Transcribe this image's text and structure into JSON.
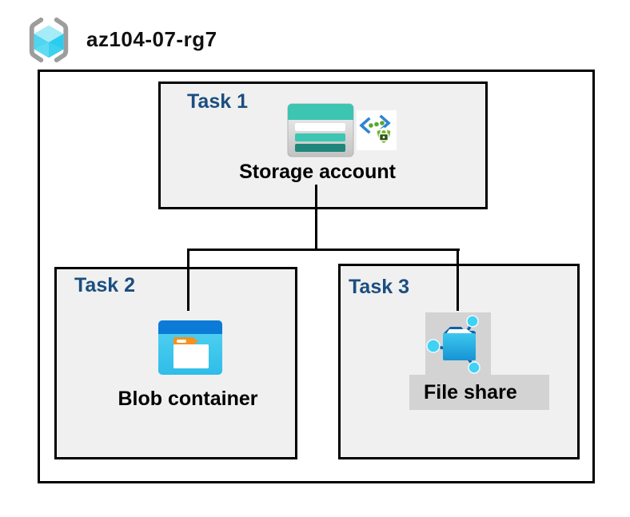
{
  "header": {
    "resource_group_name": "az104-07-rg7",
    "resource_group_icon": "azure-resource-group-icon"
  },
  "tasks": [
    {
      "label": "Task 1",
      "resource": "Storage account",
      "icons": [
        "storage-account-icon",
        "shared-access-signature-icon"
      ]
    },
    {
      "label": "Task 2",
      "resource": "Blob container",
      "icons": [
        "blob-container-icon"
      ]
    },
    {
      "label": "Task 3",
      "resource": "File share",
      "icons": [
        "file-share-icon"
      ]
    }
  ],
  "connections": [
    {
      "from": "Storage account",
      "to": "Blob container",
      "style": "elbow-black-line"
    },
    {
      "from": "Storage account",
      "to": "File share",
      "style": "elbow-black-line"
    }
  ],
  "colors": {
    "task_label": "#1b4e7f",
    "box_fill": "#f0f0f0",
    "border": "#000000",
    "storage_teal": "#3cc5b2",
    "storage_teal_dark": "#1f867b",
    "blob_band_blue": "#0b7bd7",
    "blob_body_cyan": "#3ecbee",
    "blob_tab_orange": "#f6921e",
    "fileshare_dark_blue": "#0d61a9",
    "fileshare_cyan": "#29b6e8",
    "sas_shield_green": "#6db32f",
    "sas_chevron_blue": "#2e85d0",
    "backdrop_gray": "#d3d3d3",
    "rg_bracket_gray": "#9d9d9d",
    "rg_cube_cyan": "#4ed5f0"
  }
}
